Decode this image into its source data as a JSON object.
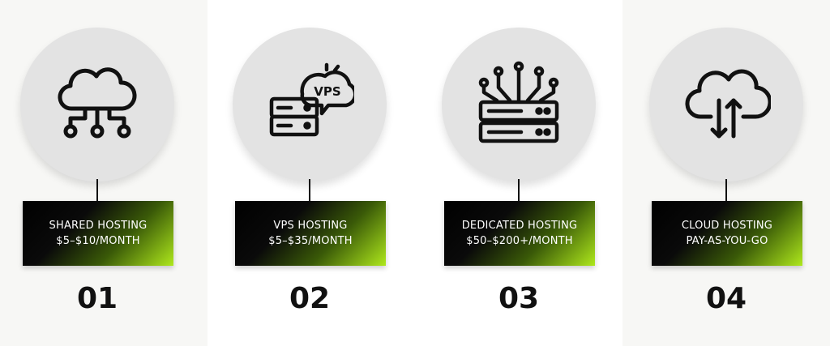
{
  "plans": [
    {
      "icon": "cloud-network-icon",
      "name": "SHARED HOSTING",
      "price": "$5–$10/MONTH",
      "number": "01"
    },
    {
      "icon": "vps-server-icon",
      "name": "VPS HOSTING",
      "price": "$5–$35/MONTH",
      "number": "02"
    },
    {
      "icon": "dedicated-server-icon",
      "name": "DEDICATED HOSTING",
      "price": "$50–$200+/MONTH",
      "number": "03"
    },
    {
      "icon": "cloud-transfer-icon",
      "name": "CLOUD HOSTING",
      "price": "PAY-AS-YOU-GO",
      "number": "04"
    }
  ],
  "vps_badge": "VPS",
  "colors": {
    "label_dark": "#000000",
    "label_accent": "#aee81c",
    "circle": "#e3e3e3"
  }
}
